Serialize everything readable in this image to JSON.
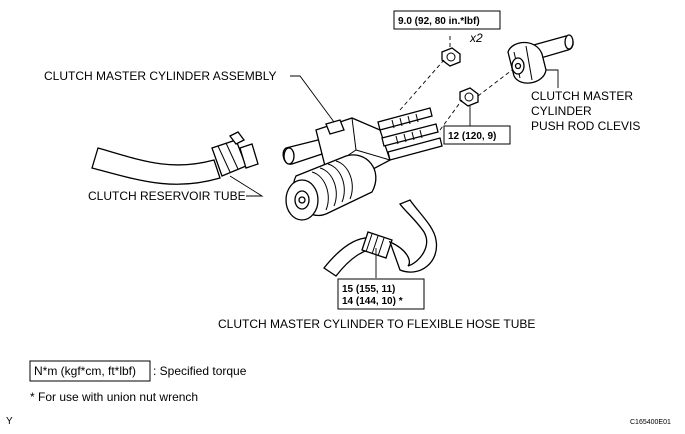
{
  "labels": {
    "master_cylinder_assembly": "CLUTCH MASTER CYLINDER ASSEMBLY",
    "push_rod_clevis_1": "CLUTCH MASTER",
    "push_rod_clevis_2": "CYLINDER",
    "push_rod_clevis_3": "PUSH ROD CLEVIS",
    "reservoir_tube": "CLUTCH RESERVOIR TUBE",
    "hose_tube": "CLUTCH MASTER CYLINDER TO FLEXIBLE HOSE TUBE"
  },
  "torque": {
    "nut_top": "9.0 (92, 80 in.*lbf)",
    "nut_top_qty": "x2",
    "nut_mid": "12 (120, 9)",
    "union_line1": "15 (155, 11)",
    "union_line2": "14 (144, 10) *"
  },
  "legend": {
    "unit_box": "N*m (kgf*cm, ft*lbf)",
    "unit_desc": ": Specified torque",
    "note": "* For use with union nut wrench"
  },
  "corner": {
    "left": "Y",
    "right": "C165400E01"
  }
}
